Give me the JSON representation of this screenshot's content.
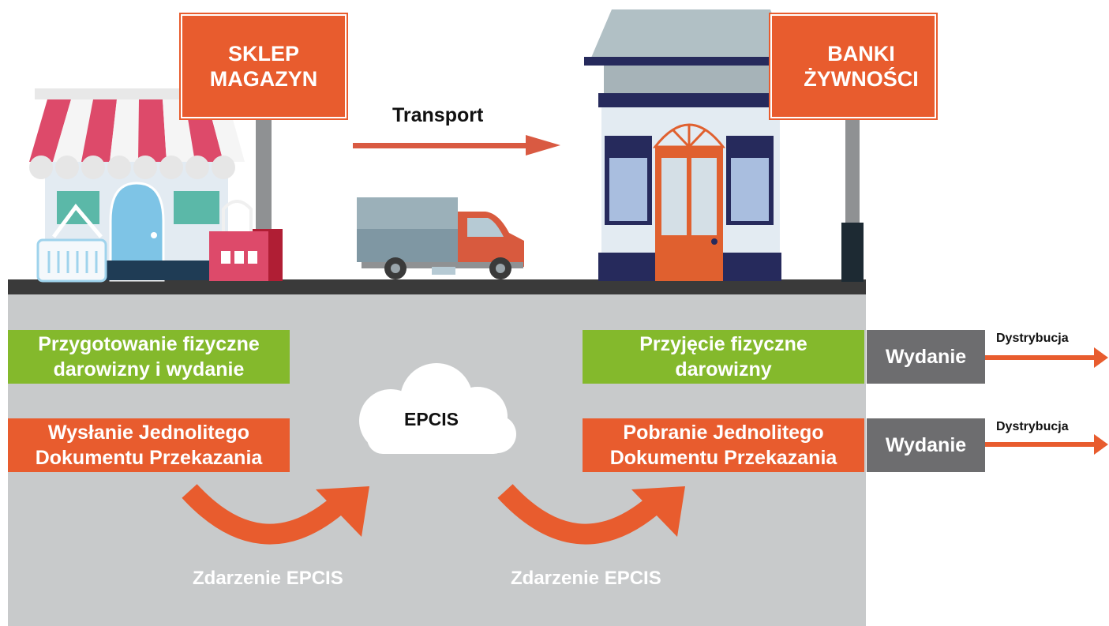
{
  "signs": {
    "shop": [
      "SKLEP",
      "MAGAZYN"
    ],
    "food_bank": [
      "BANKI",
      "ŻYWNOŚCI"
    ]
  },
  "transport_label": "Transport",
  "left_boxes": {
    "green": [
      "Przygotowanie fizyczne",
      "darowizny i wydanie"
    ],
    "orange": [
      "Wysłanie Jednolitego",
      "Dokumentu Przekazania"
    ]
  },
  "right_boxes": {
    "green": [
      "Przyjęcie fizyczne",
      "darowizny"
    ],
    "orange": [
      "Pobranie Jednolitego",
      "Dokumentu Przekazania"
    ]
  },
  "release": {
    "label_1": "Wydanie",
    "label_2": "Wydanie"
  },
  "distribution": {
    "label_1": "Dystrybucja",
    "label_2": "Dystrybucja"
  },
  "cloud_label": "EPCIS",
  "events": {
    "left": "Zdarzenie EPCIS",
    "right": "Zdarzenie EPCIS"
  },
  "colors": {
    "orange": "#e85c2e",
    "green": "#84b92c",
    "panel_gray": "#c8cacb",
    "road": "#3a3a3a",
    "dark_gray_box": "#6d6d6f"
  }
}
